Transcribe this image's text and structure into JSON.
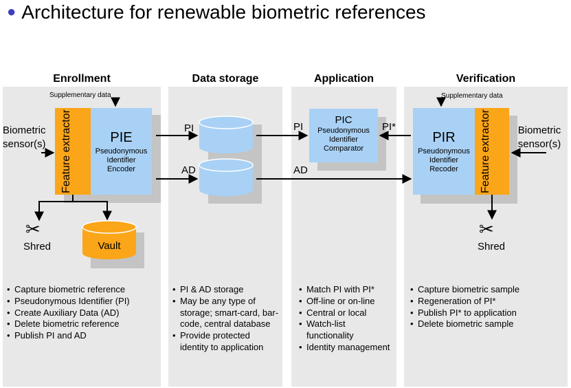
{
  "title": "Architecture for renewable biometric references",
  "headings": {
    "enrollment": "Enrollment",
    "storage": "Data storage",
    "application": "Application",
    "verification": "Verification"
  },
  "enrollment": {
    "supplementary": "Supplementary data",
    "biometric_sensor": "Biometric sensor(s)",
    "feature_extractor": "Feature extractor",
    "pie_title": "PIE",
    "pie_desc": "Pseudonymous Identifier Encoder",
    "shred": "Shred",
    "vault": "Vault",
    "bullets": [
      "Capture biometric reference",
      "Pseudonymous Identifier (PI)",
      "Create Auxiliary Data (AD)",
      "Delete biometric reference",
      "Publish PI and AD"
    ]
  },
  "storage": {
    "pi_label": "PI",
    "ad_label": "AD",
    "bullets": [
      "PI & AD storage",
      "May be any type of storage; smart-card, bar-code, central database",
      "Provide protected identity to application"
    ]
  },
  "application": {
    "pi_label": "PI",
    "pi_star_label": "PI*",
    "ad_label": "AD",
    "pic_title": "PIC",
    "pic_desc": "Pseudonymous Identifier Comparator",
    "bullets": [
      "Match PI with PI*",
      "Off-line or on-line",
      "Central or local",
      "Watch-list functionality",
      "Identity management"
    ]
  },
  "verification": {
    "supplementary": "Supplementary data",
    "biometric_sensor": "Biometric sensor(s)",
    "feature_extractor": "Feature extractor",
    "pir_title": "PIR",
    "pir_desc": "Pseudonymous Identifier Recoder",
    "shred": "Shred",
    "bullets": [
      "Capture biometric sample",
      "Regeneration of PI*",
      "Publish PI* to application",
      "Delete biometric sample"
    ]
  },
  "colors": {
    "blue_box": "#a9d1f5",
    "orange_box": "#fba519",
    "panel": "#e8e8e8",
    "title_bullet": "#3f3fbf"
  }
}
